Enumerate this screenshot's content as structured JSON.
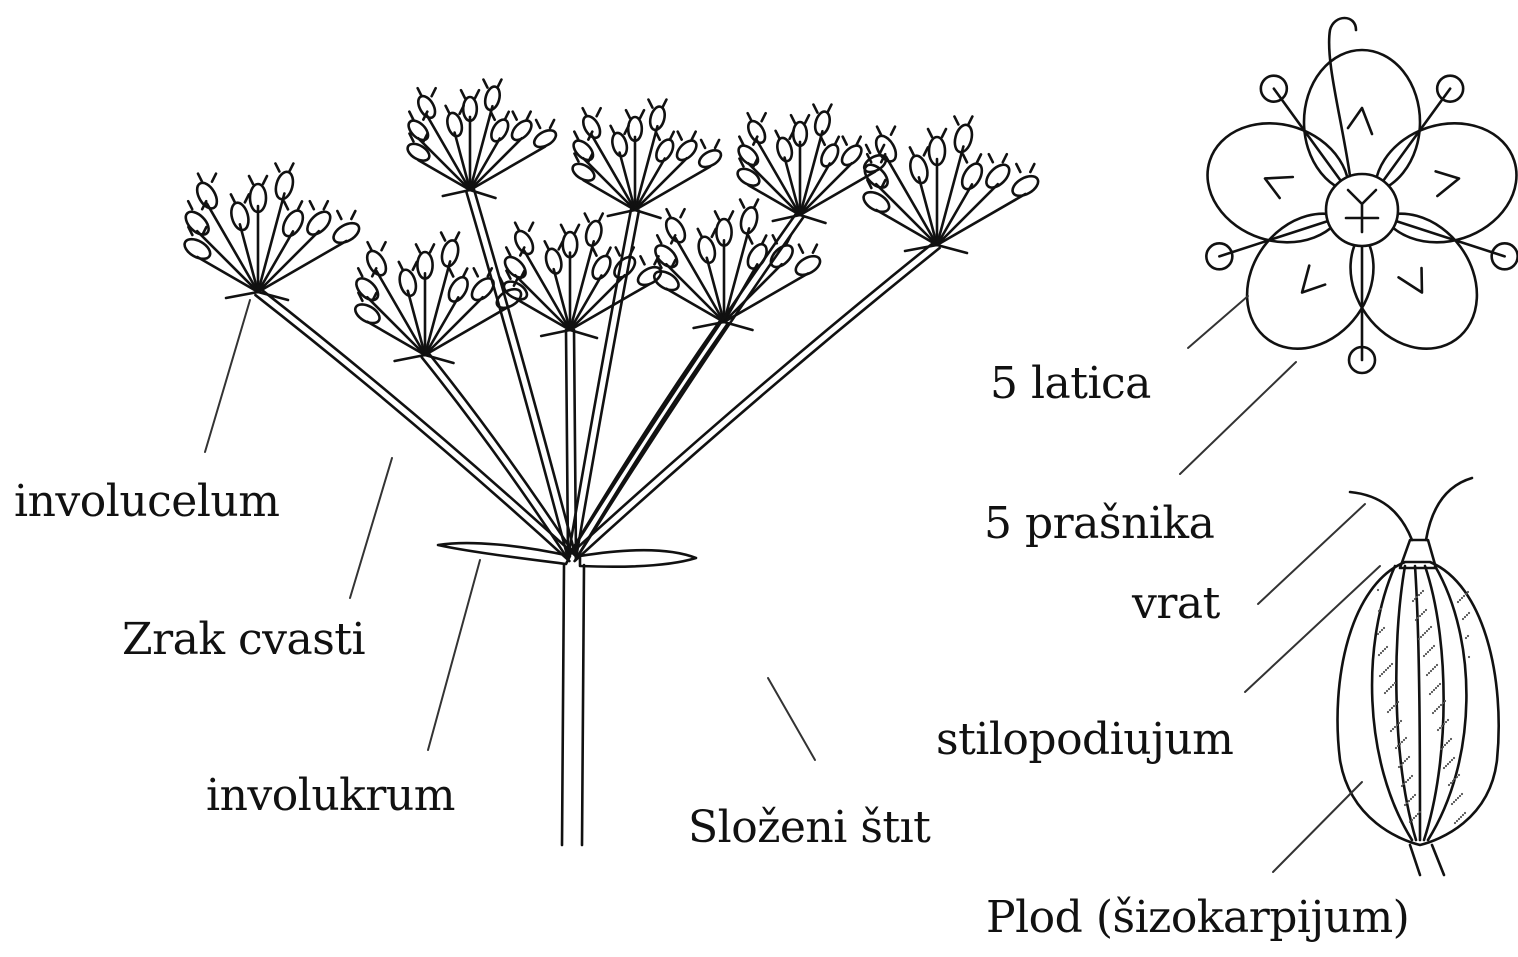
{
  "labels": {
    "involucelum": "involucelum",
    "zrak_cvasti": "Zrak cvasti",
    "involukrum": "involukrum",
    "slozeni_stit": "Složeni štıt",
    "latica": "5 latica",
    "prasnika": "5 prašnika",
    "vrat": "vrat",
    "stilopodiujum": "stilopodiujum",
    "plod": "Plod (šizokarpijum)"
  },
  "colors": {
    "ink": "#111111",
    "stipple": "#555555",
    "background": "#ffffff"
  }
}
